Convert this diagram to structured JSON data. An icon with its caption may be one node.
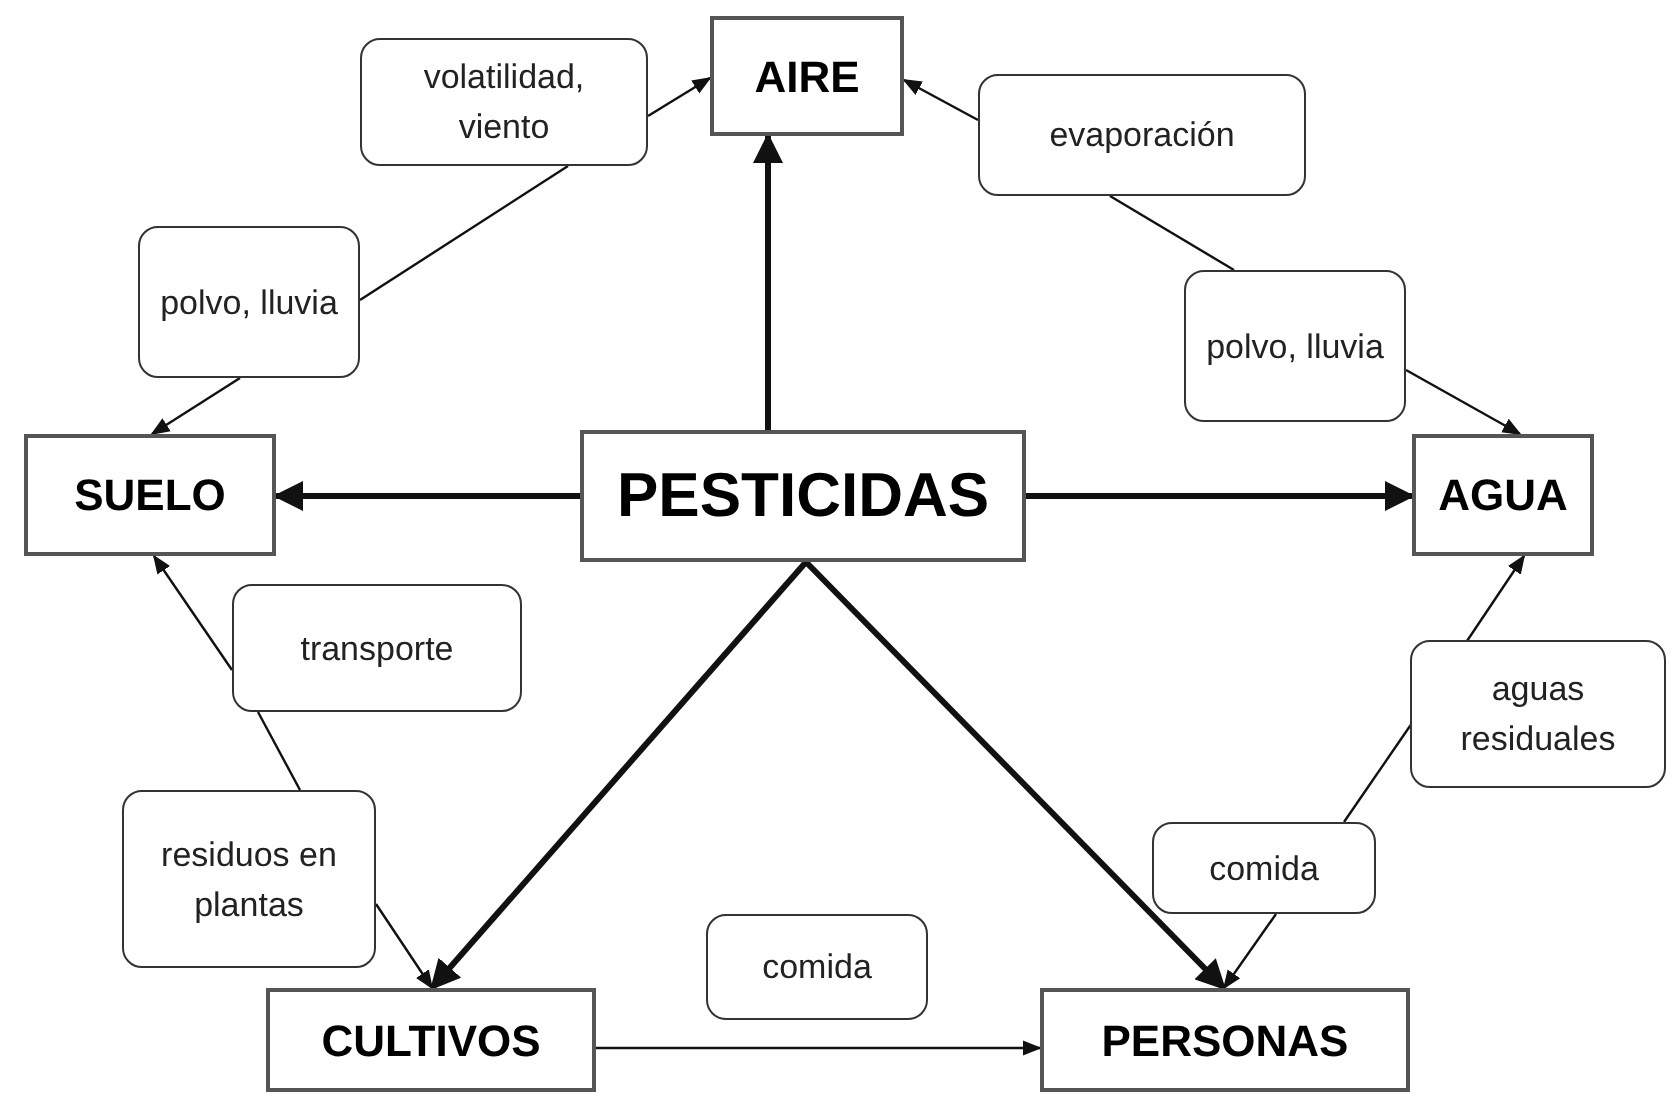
{
  "diagram": {
    "nodes": [
      {
        "text": [
          "AIRE"
        ]
      },
      {
        "text": [
          "volatilidad, viento"
        ]
      },
      {
        "text": [
          "evaporación"
        ]
      },
      {
        "text": [
          "polvo, lluvia"
        ]
      },
      {
        "text": [
          "polvo, lluvia"
        ]
      },
      {
        "text": [
          "SUELO"
        ]
      },
      {
        "text": [
          "PESTICIDAS"
        ]
      },
      {
        "text": [
          "AGUA"
        ]
      },
      {
        "text": [
          "transporte"
        ]
      },
      {
        "text": [
          "aguas residuales"
        ]
      },
      {
        "text": [
          "residuos en plantas"
        ]
      },
      {
        "text": [
          "comida"
        ]
      },
      {
        "text": [
          "comida"
        ]
      },
      {
        "text": [
          "CULTIVOS"
        ]
      },
      {
        "text": [
          "PERSONAS"
        ]
      }
    ],
    "edges": [
      {
        "from": 6,
        "to": 0,
        "arrow": "to",
        "style": "thick"
      },
      {
        "from": 6,
        "to": 5,
        "arrow": "to",
        "style": "thick"
      },
      {
        "from": 6,
        "to": 7,
        "arrow": "to",
        "style": "thick"
      },
      {
        "from": 6,
        "to": 13,
        "arrow": "to",
        "style": "thick"
      },
      {
        "from": 6,
        "to": 14,
        "arrow": "to",
        "style": "thick"
      },
      {
        "from": 1,
        "to": 0,
        "arrow": "to"
      },
      {
        "from": 3,
        "to": 1,
        "arrow": "none"
      },
      {
        "from": 3,
        "to": 5,
        "arrow": "to"
      },
      {
        "from": 2,
        "to": 0,
        "arrow": "to"
      },
      {
        "from": 2,
        "to": 4,
        "arrow": "none"
      },
      {
        "from": 4,
        "to": 7,
        "arrow": "to"
      },
      {
        "from": 8,
        "to": 5,
        "arrow": "to"
      },
      {
        "from": 10,
        "to": 8,
        "arrow": "none"
      },
      {
        "from": 10,
        "to": 13,
        "arrow": "to"
      },
      {
        "from": 9,
        "to": 7,
        "arrow": "to"
      },
      {
        "from": 11,
        "to": 9,
        "arrow": "none"
      },
      {
        "from": 11,
        "to": 14,
        "arrow": "to"
      },
      {
        "from": 13,
        "to": 14,
        "arrow": "to"
      }
    ]
  }
}
